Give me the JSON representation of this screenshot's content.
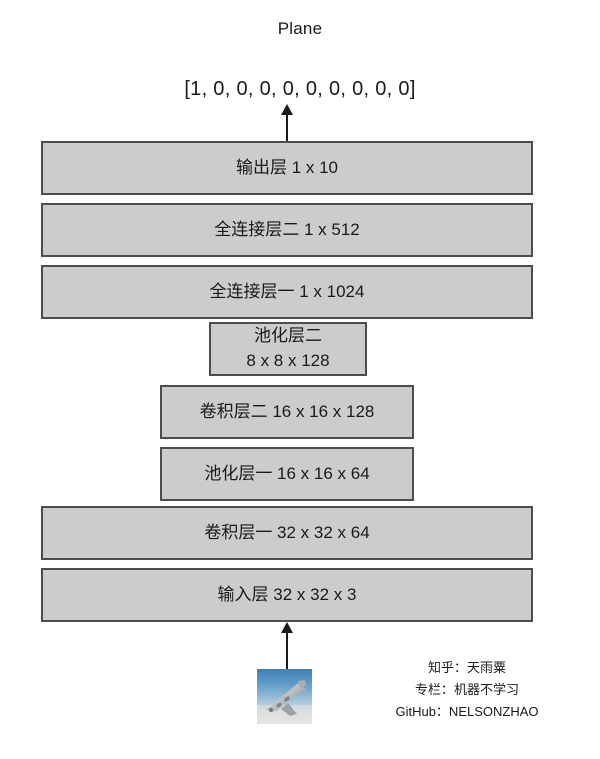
{
  "diagram": {
    "title": "Plane",
    "output_vector": "[1, 0, 0, 0, 0, 0, 0, 0, 0, 0]",
    "box_fill_color": "#cccccc",
    "box_border_color": "#4d4d4d",
    "text_color": "#1a1a1a",
    "layers": [
      {
        "name": "output-layer",
        "label": "输出层 1 x 10",
        "line2": ""
      },
      {
        "name": "fully-connected-2",
        "label": "全连接层二 1 x 512",
        "line2": ""
      },
      {
        "name": "fully-connected-1",
        "label": "全连接层一 1 x 1024",
        "line2": ""
      },
      {
        "name": "pooling-layer-2",
        "label": "池化层二",
        "line2": "8 x 8 x 128"
      },
      {
        "name": "conv-layer-2",
        "label": "卷积层二 16 x 16 x 128",
        "line2": ""
      },
      {
        "name": "pooling-layer-1",
        "label": "池化层一 16 x 16 x 64",
        "line2": ""
      },
      {
        "name": "conv-layer-1",
        "label": "卷积层一 32 x 32 x 64",
        "line2": ""
      },
      {
        "name": "input-layer",
        "label": "输入层 32 x 32 x 3",
        "line2": ""
      }
    ]
  },
  "credits": {
    "zhihu": "知乎：天雨粟",
    "column": "专栏：机器不学习",
    "github": "GitHub：NELSONZHAO"
  },
  "icons": {
    "input_image": "airplane-photo"
  }
}
